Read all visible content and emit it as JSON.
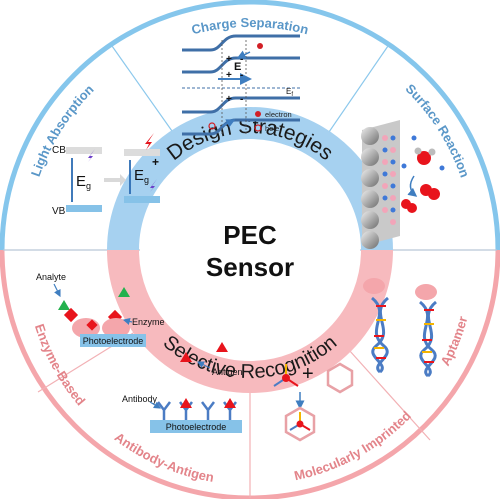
{
  "center": {
    "line1": "PEC",
    "line2": "Sensor"
  },
  "rings": {
    "top": "Design Strategies",
    "bottom": "Selective Recognition"
  },
  "segments": {
    "charge_separation": "Charge Separation",
    "surface_reaction": "Surface Reaction",
    "light_absorption": "Light Absorption",
    "enzyme_based": "Enzyme-Based",
    "antibody_antigen": "Antibody-Antigen",
    "molecularly_imprinted": "Molecularly Imprinted",
    "aptamer": "Aptamer"
  },
  "charge_panel": {
    "e_label": "E",
    "ef_label": "E",
    "ef_sub": "f",
    "legend_electron": "electron",
    "legend_hole": "hole",
    "plus": "+",
    "minus": "-"
  },
  "light_panel": {
    "cb": "CB",
    "vb": "VB",
    "eg": "E",
    "eg_sub": "g",
    "plus": "+"
  },
  "enzyme_panel": {
    "analyte": "Analyte",
    "enzyme": "Enzyme",
    "electrode": "Photoelectrode"
  },
  "antibody_panel": {
    "antigen": "Antigen",
    "antibody": "Antibody",
    "electrode": "Photoelectrode"
  },
  "mip_panel": {
    "plus": "+"
  },
  "colors": {
    "blue_ring": "#85c6ec",
    "blue_line": "#8cc8ec",
    "pink_ring": "#f4a6ab",
    "pink_line": "#f2b1b5",
    "blue_text": "#5a97c8",
    "pink_text": "#e3848a",
    "red": "#e8141c",
    "green": "#23b14d"
  }
}
